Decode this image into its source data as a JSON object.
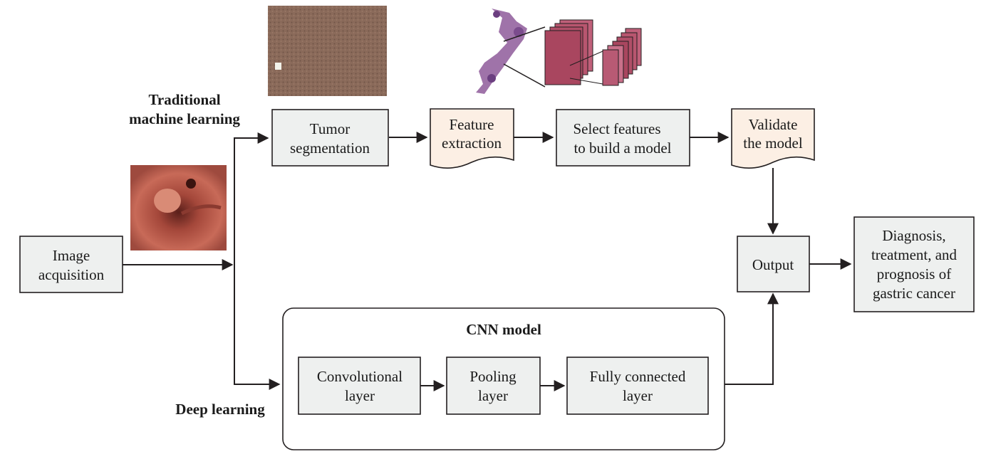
{
  "labels": {
    "traditional_line1": "Traditional",
    "traditional_line2": "machine learning",
    "deep_learning": "Deep learning",
    "cnn_model": "CNN model"
  },
  "nodes": {
    "image_acquisition": [
      "Image",
      "acquisition"
    ],
    "tumor_segmentation": [
      "Tumor",
      "segmentation"
    ],
    "feature_extraction": [
      "Feature",
      "extraction"
    ],
    "select_features": [
      "Select features",
      "to build a model"
    ],
    "validate_model": [
      "Validate",
      "the model"
    ],
    "output": [
      "Output"
    ],
    "diagnosis": [
      "Diagnosis,",
      "treatment, and",
      "prognosis of",
      "gastric cancer"
    ],
    "convolutional_layer": [
      "Convolutional",
      "layer"
    ],
    "pooling_layer": [
      "Pooling",
      "layer"
    ],
    "fully_connected_layer": [
      "Fully connected",
      "layer"
    ]
  },
  "colors": {
    "box_fill": "#eef0ef",
    "doc_fill": "#fcefe4",
    "stroke": "#231f20",
    "endoscopy": "#b8584a",
    "histology": "#8e5a9a",
    "tumor_image": "#8f6f5f"
  }
}
